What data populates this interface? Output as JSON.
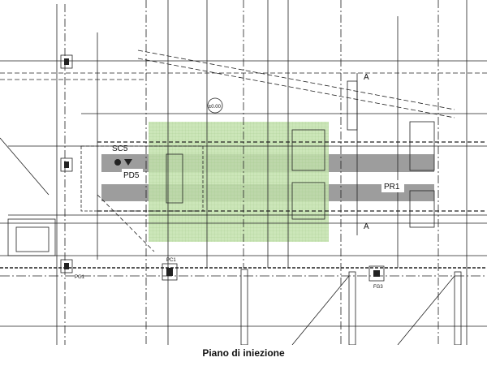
{
  "drawing": {
    "labels": {
      "sc5": "SC5",
      "pd5": "PD5",
      "pr1": "PR1",
      "section_a_top": "A",
      "section_a_bottom": "A",
      "elevation": "±0.00",
      "pc1": "PC1",
      "pg1": "PG1",
      "fg3": "FG3"
    },
    "colors": {
      "injection_area": "#b9dca0",
      "band": "#8a8a8a",
      "line": "#222222"
    }
  },
  "caption": "Piano di iniezione"
}
